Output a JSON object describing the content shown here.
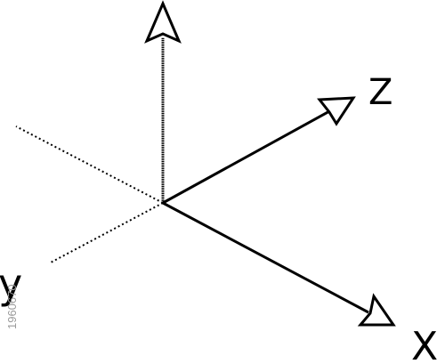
{
  "diagram": {
    "axes": [
      {
        "key": "x",
        "label": "X",
        "arrow": "outline"
      },
      {
        "key": "y",
        "label": "y",
        "arrow": "none"
      },
      {
        "key": "z",
        "label": "Z",
        "arrow": "outline"
      },
      {
        "key": "vertical",
        "label": "",
        "arrow": "outline"
      }
    ],
    "line_color": "#000000",
    "background": "#ffffff"
  },
  "watermark": {
    "id_text": "1960670",
    "color": "#9a9a9a"
  }
}
